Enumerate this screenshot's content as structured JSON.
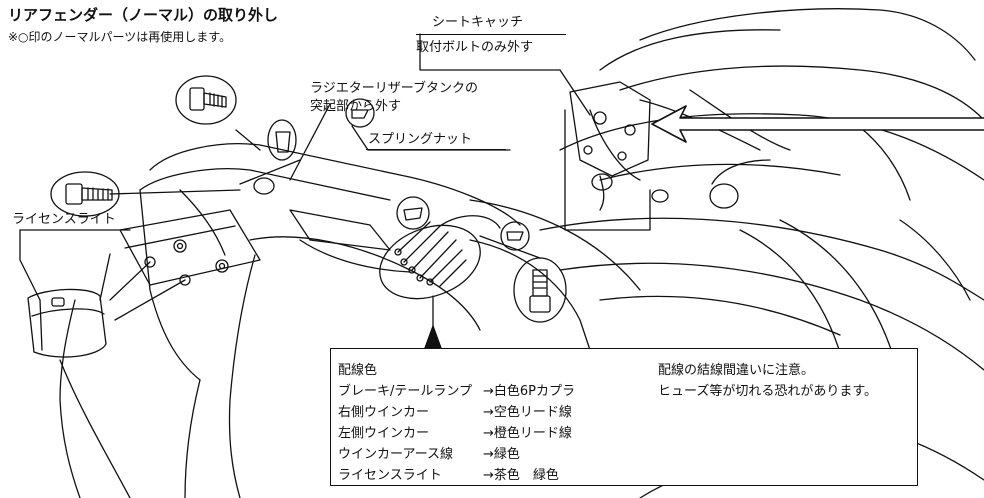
{
  "header": {
    "title": "リアフェンダー（ノーマル）の取り外し",
    "note": "※○印のノーマルパーツは再使用します。"
  },
  "callouts": {
    "seat_catch": "シートキャッチ",
    "seat_catch_note": "取付ボルトのみ外す",
    "radiator_tank_line1": "ラジエターリザーブタンクの",
    "radiator_tank_line2": "突起部から外す",
    "spring_nut": "スプリングナット",
    "license_light": "ライセンスライト"
  },
  "wiring": {
    "heading": "配線色",
    "rows": [
      {
        "part": "ブレーキ/テールランプ",
        "color": "→白色6Pカプラ"
      },
      {
        "part": "右側ウインカー",
        "color": "→空色リード線"
      },
      {
        "part": "左側ウインカー",
        "color": "→橙色リード線"
      },
      {
        "part": "ウインカーアース線",
        "color": "→緑色"
      },
      {
        "part": "ライセンスライト",
        "color": "→茶色　緑色"
      }
    ],
    "warning_line1": "配線の結線間違いに注意。",
    "warning_line2": "ヒューズ等が切れる恐れがあります。"
  }
}
